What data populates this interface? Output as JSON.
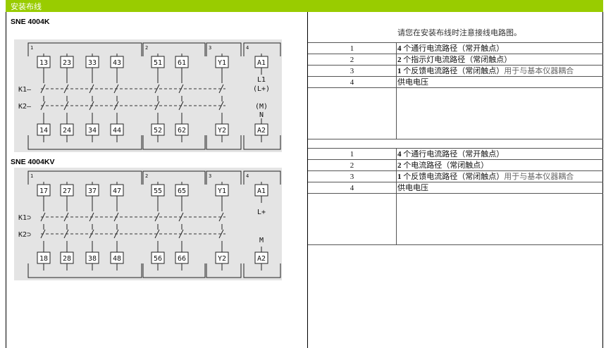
{
  "header": {
    "title": "安装布线"
  },
  "diagrams": [
    {
      "model": "SNE 4004K",
      "groups": [
        "1",
        "2",
        "3",
        "4"
      ],
      "top_terms": [
        "13",
        "23",
        "33",
        "43",
        "51",
        "61",
        "Y1",
        "A1"
      ],
      "bottom_terms": [
        "14",
        "24",
        "34",
        "44",
        "52",
        "62",
        "Y2",
        "A2"
      ],
      "k1_label": "K1—",
      "k2_label": "K2—",
      "supply_top_1": "L1",
      "supply_top_2": "(L+)",
      "supply_bot_1": "(M)",
      "supply_bot_2": "N"
    },
    {
      "model": "SNE 4004KV",
      "groups": [
        "1",
        "2",
        "3",
        "4"
      ],
      "top_terms": [
        "17",
        "27",
        "37",
        "47",
        "55",
        "65",
        "Y1",
        "A1"
      ],
      "bottom_terms": [
        "18",
        "28",
        "38",
        "48",
        "56",
        "66",
        "Y2",
        "A2"
      ],
      "k1_label": "K1⊃",
      "k2_label": "K2⊃",
      "supply_top_1": "L+",
      "supply_bot_1": "M"
    }
  ],
  "note": "请您在安装布线时注意接线电路图。",
  "legend1": [
    {
      "num": "1",
      "bold": "4",
      "text": " 个通行电流路径（常开触点）"
    },
    {
      "num": "2",
      "bold": "2",
      "text": " 个指示灯电流路径（常闭触点）"
    },
    {
      "num": "3",
      "bold": "1",
      "text": " 个反馈电流路径（常闭触点）",
      "extra": "用于与基本仪器耦合"
    },
    {
      "num": "4",
      "text": "供电电压"
    }
  ],
  "legend2": [
    {
      "num": "1",
      "bold": "4",
      "text": " 个通行电流路径（常开触点）"
    },
    {
      "num": "2",
      "bold": "2",
      "text": " 个电流路径（常闭触点）"
    },
    {
      "num": "3",
      "bold": "1",
      "text": " 个反馈电流路径（常闭触点）",
      "extra": "用于与基本仪器耦合"
    },
    {
      "num": "4",
      "text": "供电电压"
    }
  ],
  "colors": {
    "header": "#99cc00",
    "diagram_bg": "#e4e4e4"
  }
}
